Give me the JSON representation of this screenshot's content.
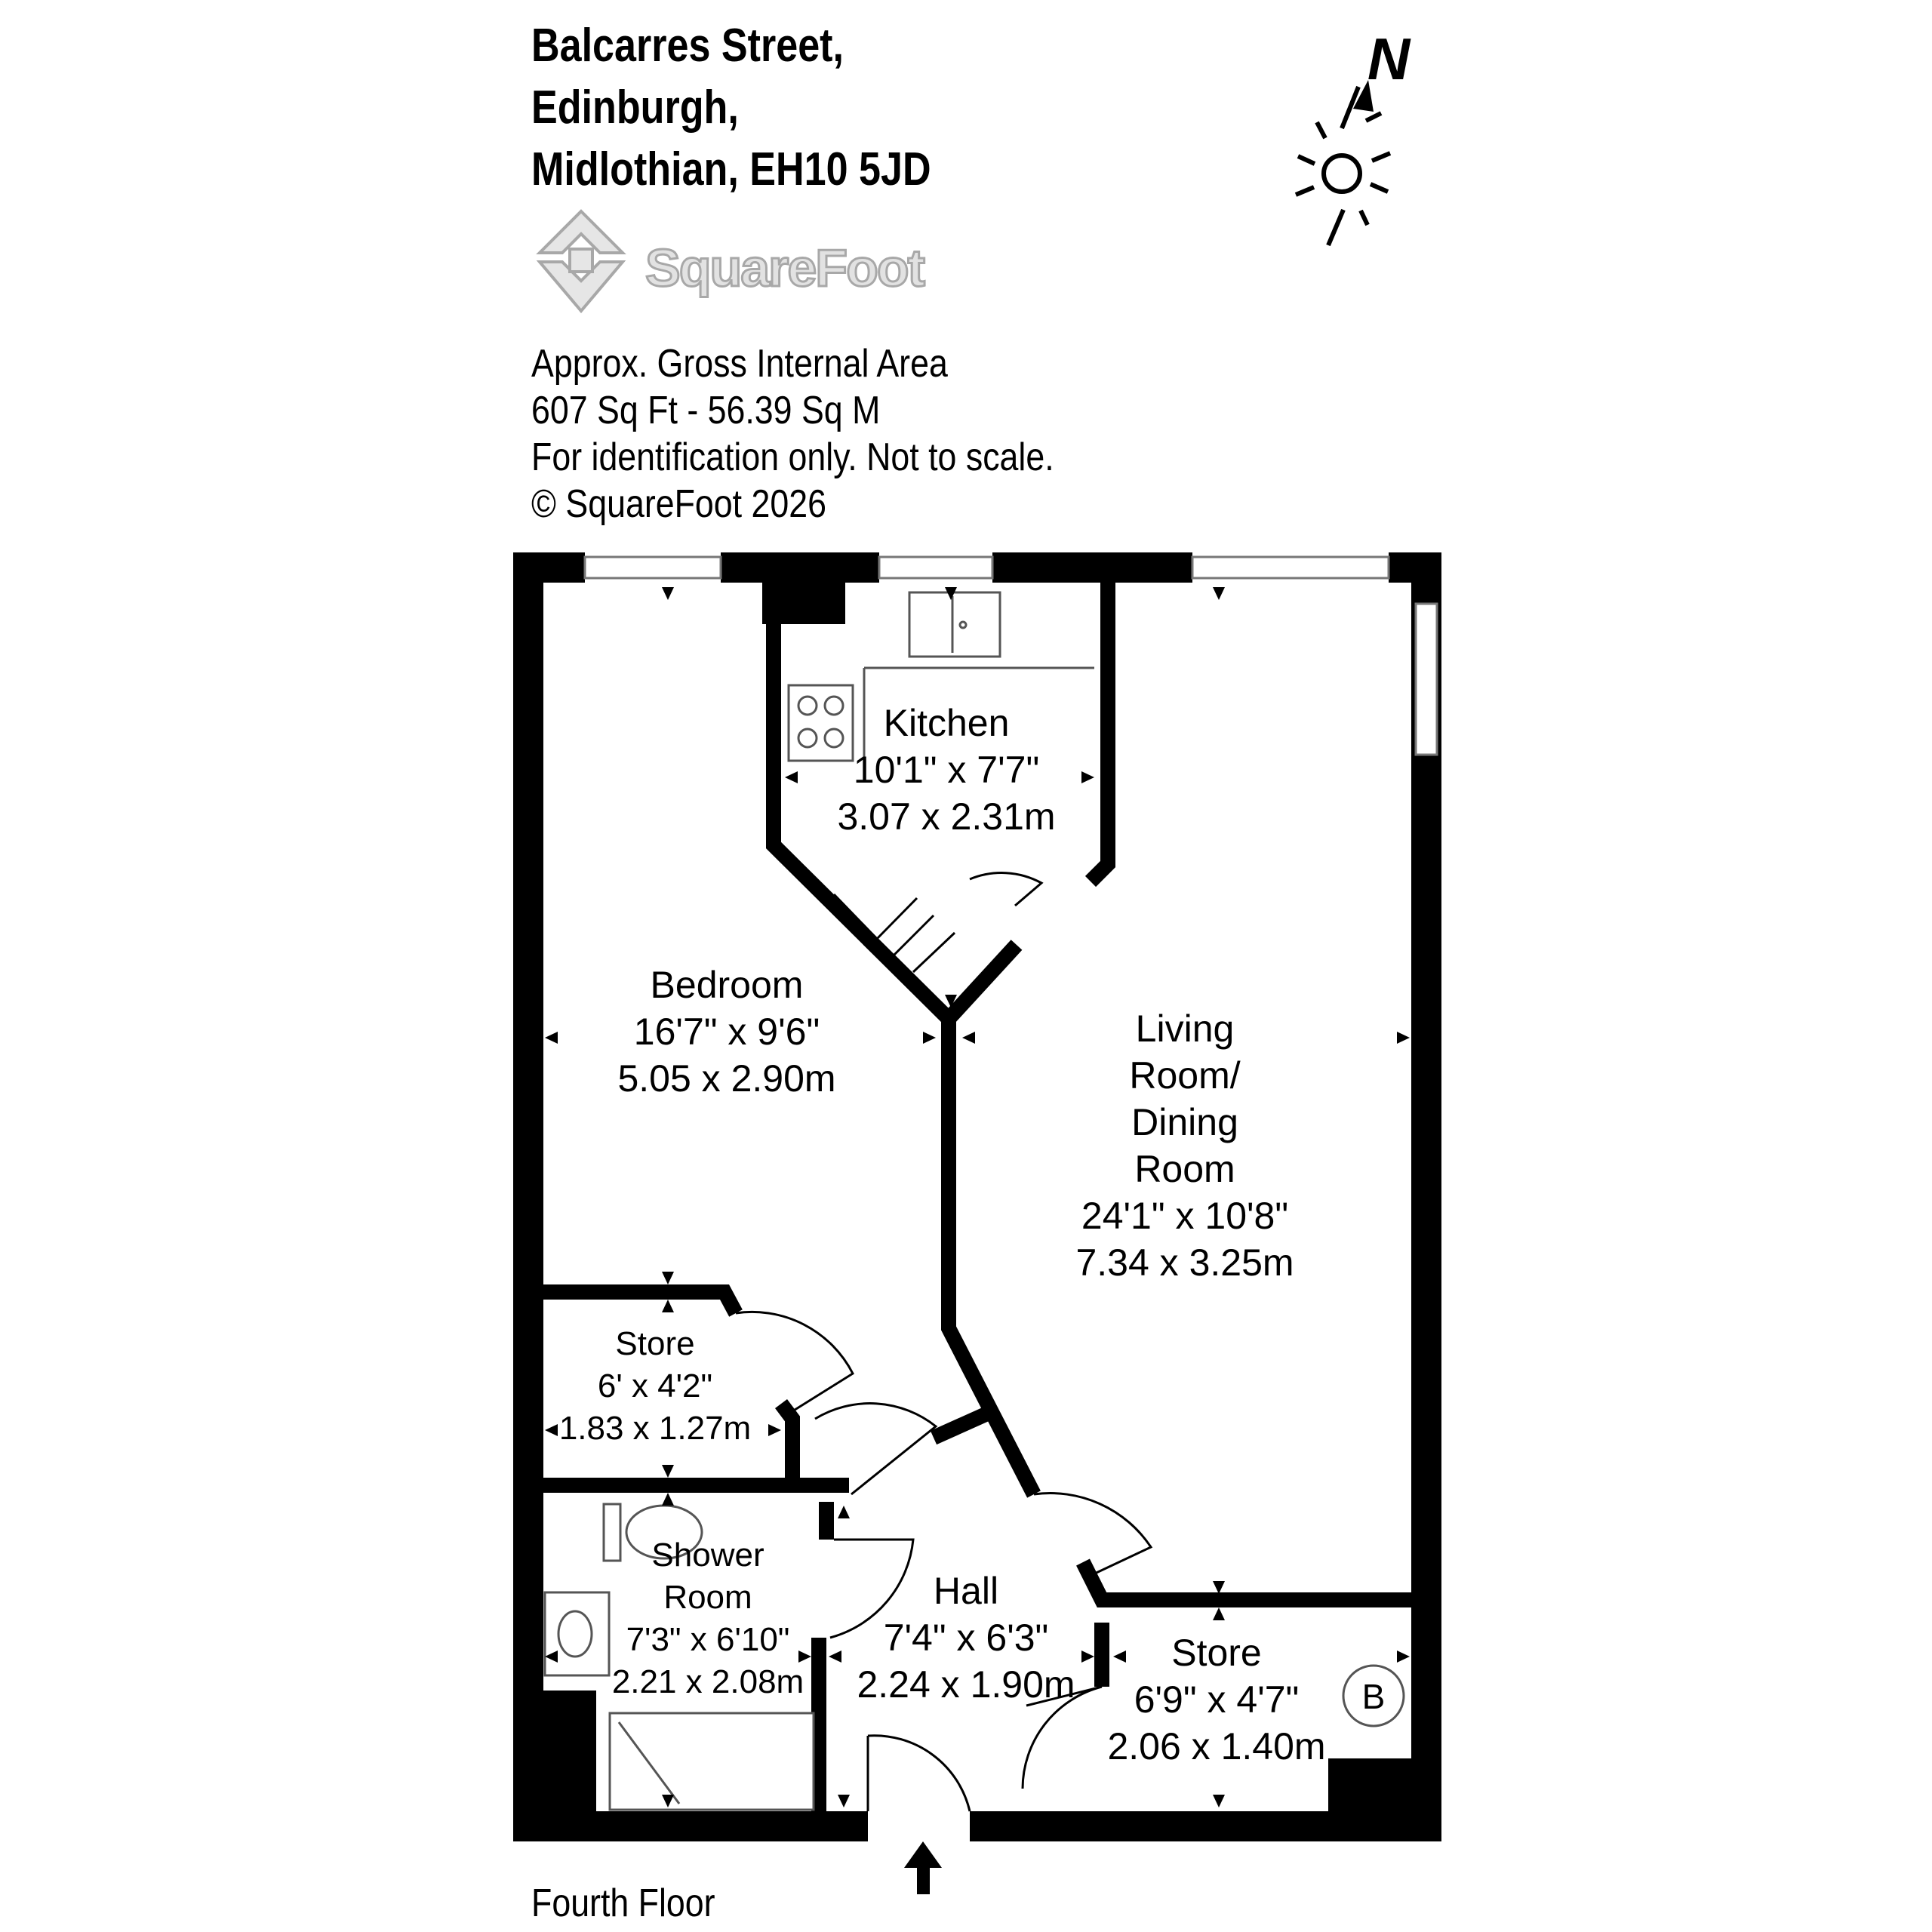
{
  "address": {
    "line1": "Balcarres Street,",
    "line2": "Edinburgh,",
    "line3": "Midlothian, EH10 5JD"
  },
  "compass": {
    "label": "N"
  },
  "logo": {
    "text": "SquareFoot"
  },
  "area_info": {
    "line1": "Approx. Gross Internal Area",
    "line2": "607 Sq Ft  -  56.39 Sq M",
    "line3": "For identification only. Not to scale.",
    "line4": "© SquareFoot 2026"
  },
  "rooms": {
    "kitchen": {
      "name": "Kitchen",
      "imperial": "10'1\" x 7'7\"",
      "metric": "3.07 x 2.31m"
    },
    "bedroom": {
      "name": "Bedroom",
      "imperial": "16'7\" x 9'6\"",
      "metric": "5.05 x 2.90m"
    },
    "living": {
      "name_line1": "Living",
      "name_line2": "Room/",
      "name_line3": "Dining",
      "name_line4": "Room",
      "imperial": "24'1\" x 10'8\"",
      "metric": "7.34 x 3.25m"
    },
    "store1": {
      "name": "Store",
      "imperial": "6' x 4'2\"",
      "metric": "1.83 x 1.27m"
    },
    "shower": {
      "name_line1": "Shower",
      "name_line2": "Room",
      "imperial": "7'3\" x 6'10\"",
      "metric": "2.21 x 2.08m"
    },
    "hall": {
      "name": "Hall",
      "imperial": "7'4\" x 6'3\"",
      "metric": "2.24 x 1.90m"
    },
    "store2": {
      "name": "Store",
      "imperial": "6'9\" x 4'7\"",
      "metric": "2.06 x 1.40m"
    }
  },
  "boiler": {
    "label": "B"
  },
  "floor": {
    "label": "Fourth Floor"
  }
}
